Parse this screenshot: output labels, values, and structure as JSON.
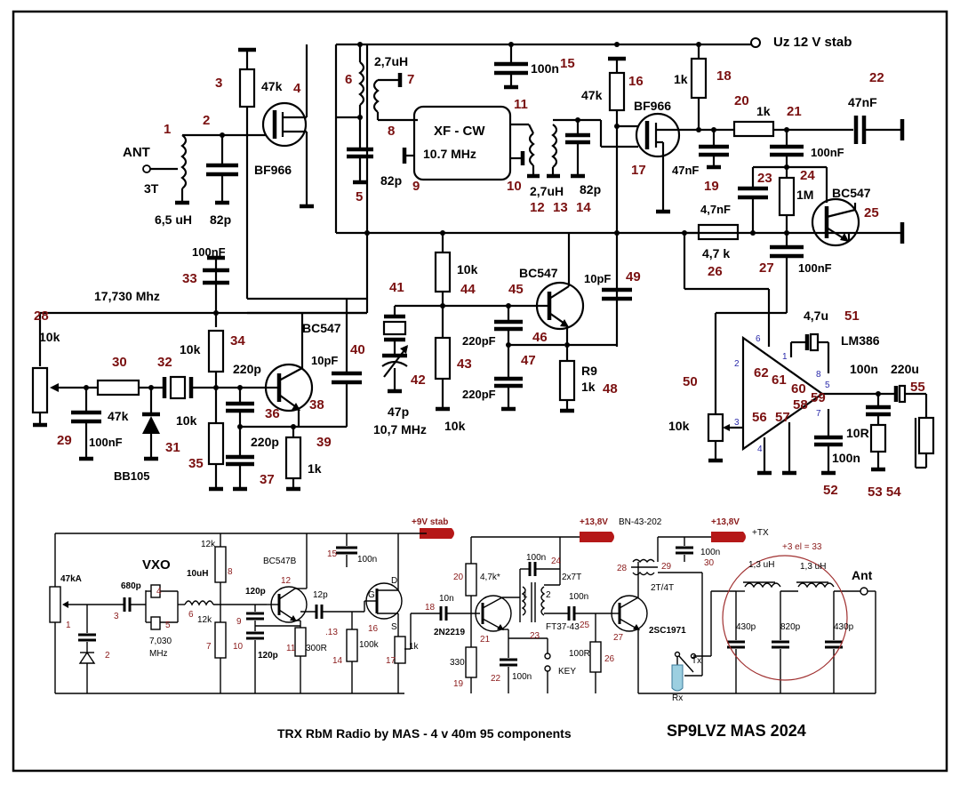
{
  "top": {
    "ant_label": "ANT",
    "ant_turns": "3T",
    "ant_inductance": "6,5 uH",
    "c2_value": "82p",
    "r3_value": "47k",
    "q4_type": "BF966",
    "l6_value": "2,7uH",
    "xf_line1": "XF - CW",
    "xf_line2": "10.7 MHz",
    "c9_value": "82p",
    "c15_value": "100n",
    "supply_label": "Uz 12 V stab",
    "l12_value": "2,7uH",
    "c14_value": "82p",
    "r16_value": "47k",
    "q17_type": "BF966",
    "r18_value": "1k",
    "c19_value": "47nF",
    "r20_value": "1k",
    "c22_value": "47nF",
    "c21_value": "100nF",
    "r24_value": "1M",
    "c23_value": "4,7nF",
    "q25_type": "BC547",
    "r26_value": "4,7 k",
    "c27_value": "100nF",
    "c33_value": "100nF",
    "osc_freq": "17,730 Mhz",
    "pot28_value": "10k",
    "r30_value": "47k",
    "c29_value": "100nF",
    "d31_type": "BB105",
    "r34_value": "10k",
    "c36_value": "220p",
    "q38_type": "BC547",
    "c40_value": "10pF",
    "r35_value": "10k",
    "c37_value": "220p",
    "r39_value": "1k",
    "r44_value": "10k",
    "q45_type": "BC547",
    "c49_value": "10pF",
    "c46a_value": "220pF",
    "c47_value": "220pF",
    "r43_value": "10k",
    "r48_name": "R9",
    "r48_value": "1k",
    "x42_cap": "47p",
    "x42_freq": "10,7 MHz",
    "c51_value": "4,7u",
    "ic_type": "LM386",
    "c59_value": "100n",
    "c55_value": "220u",
    "pot50_value": "10k",
    "r53_value": "10R",
    "c52_value": "100n"
  },
  "top_numbers": [
    "1",
    "2",
    "3",
    "4",
    "5",
    "6",
    "7",
    "8",
    "9",
    "10",
    "11",
    "12",
    "13",
    "14",
    "15",
    "16",
    "17",
    "18",
    "19",
    "20",
    "21",
    "22",
    "23",
    "24",
    "25",
    "26",
    "27",
    "28",
    "29",
    "30",
    "31",
    "32",
    "33",
    "34",
    "35",
    "36",
    "37",
    "38",
    "39",
    "40",
    "41",
    "42",
    "43",
    "44",
    "45",
    "46",
    "47",
    "48",
    "49",
    "50",
    "51",
    "52",
    "53 54",
    "55",
    "56",
    "57",
    "58",
    "59",
    "60",
    "61",
    "62"
  ],
  "pins": [
    "6",
    "1",
    "8",
    "3",
    "4",
    "5",
    "7",
    "2"
  ],
  "bottom": {
    "vxo_label": "VXO",
    "pot1_value": "47kA",
    "c3_value": "680p",
    "xtal_freq": "7,030\nMHz",
    "l6_value": "10uH",
    "r8_value": "12k",
    "r7_value": "12k",
    "q12_type": "BC547B",
    "c9_value": "120p",
    "c10_value": "120p",
    "c13_value": "12p",
    "r11_value": "300R",
    "c15_value": "100n",
    "supply9": "+9V stab",
    "r14_value": "100k",
    "r17_value": "1k",
    "c18_value": "10n",
    "q21_type": "2N2219",
    "r20_value": "4,7k*",
    "r19_value": "330",
    "c22_value": "100n",
    "c24_value": "100n",
    "t23_turns": "2x7T",
    "t23_core": "FT37-43",
    "c25_value": "100n",
    "r26_value": "100R",
    "key_label": "KEY",
    "supply138a": "+13,8V",
    "core_label": "BN-43-202",
    "supply138b": "+13,8V",
    "tx_label": "+TX",
    "c30_value": "100n",
    "t28_turns": "2T/4T",
    "q27_type": "2SC1971",
    "rx_label": "Rx",
    "tx_sw": "Tx",
    "lpf_note": "+3 el = 33",
    "l1_value": "1,3 uH",
    "l2_value": "1,3 uH",
    "c430a": "430p",
    "c820": "820p",
    "c430b": "430p",
    "ant_out": "Ant"
  },
  "footer": {
    "title": "TRX RbM Radio by MAS - 4   v 40m  95 components",
    "author": "SP9LVZ MAS 2024"
  }
}
